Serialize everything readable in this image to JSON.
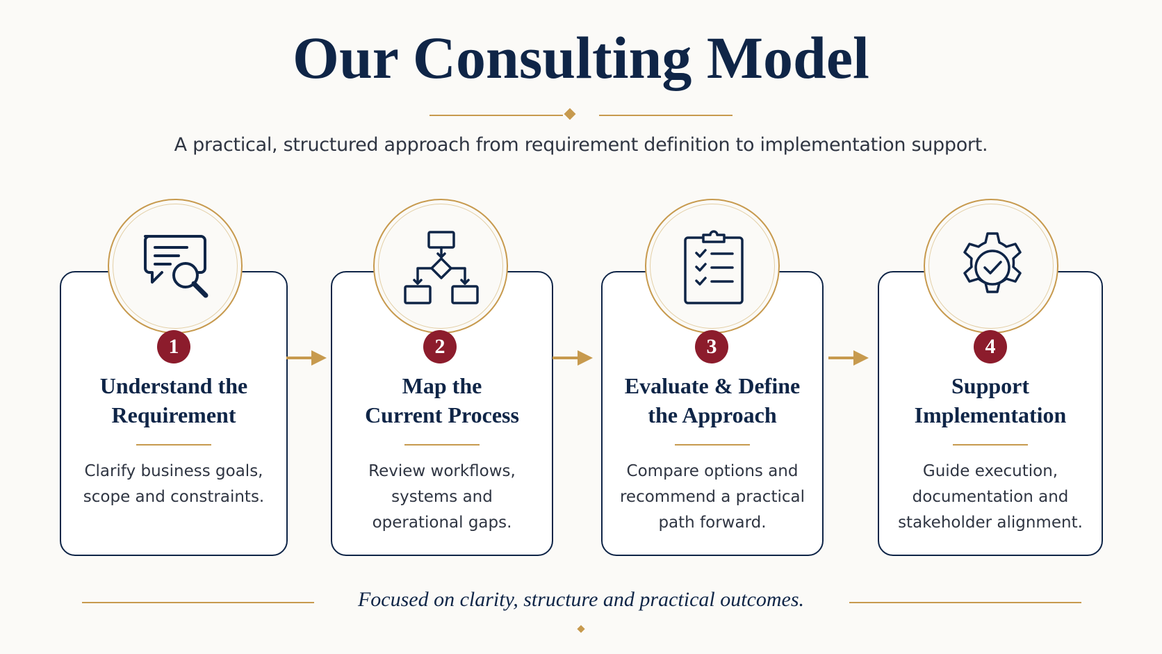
{
  "title": "Our Consulting Model",
  "subtitle": "A practical, structured approach from requirement definition to implementation support.",
  "colors": {
    "navy": "#0f2547",
    "gold": "#c79a4e",
    "maroon": "#8c1c2c",
    "text": "#2f3542",
    "background": "#fbfaf7"
  },
  "steps": [
    {
      "number": "1",
      "title": "Understand the\nRequirement",
      "description": "Clarify business goals,\nscope and constraints.",
      "icon": "chat-search-icon"
    },
    {
      "number": "2",
      "title": "Map the\nCurrent Process",
      "description": "Review workflows,\nsystems and\noperational gaps.",
      "icon": "flowchart-icon"
    },
    {
      "number": "3",
      "title": "Evaluate & Define\nthe Approach",
      "description": "Compare options and\nrecommend a practical\npath forward.",
      "icon": "clipboard-checklist-icon"
    },
    {
      "number": "4",
      "title": "Support\nImplementation",
      "description": "Guide execution,\ndocumentation and\nstakeholder alignment.",
      "icon": "gear-check-icon"
    }
  ],
  "footer": "Focused on clarity, structure and practical outcomes."
}
